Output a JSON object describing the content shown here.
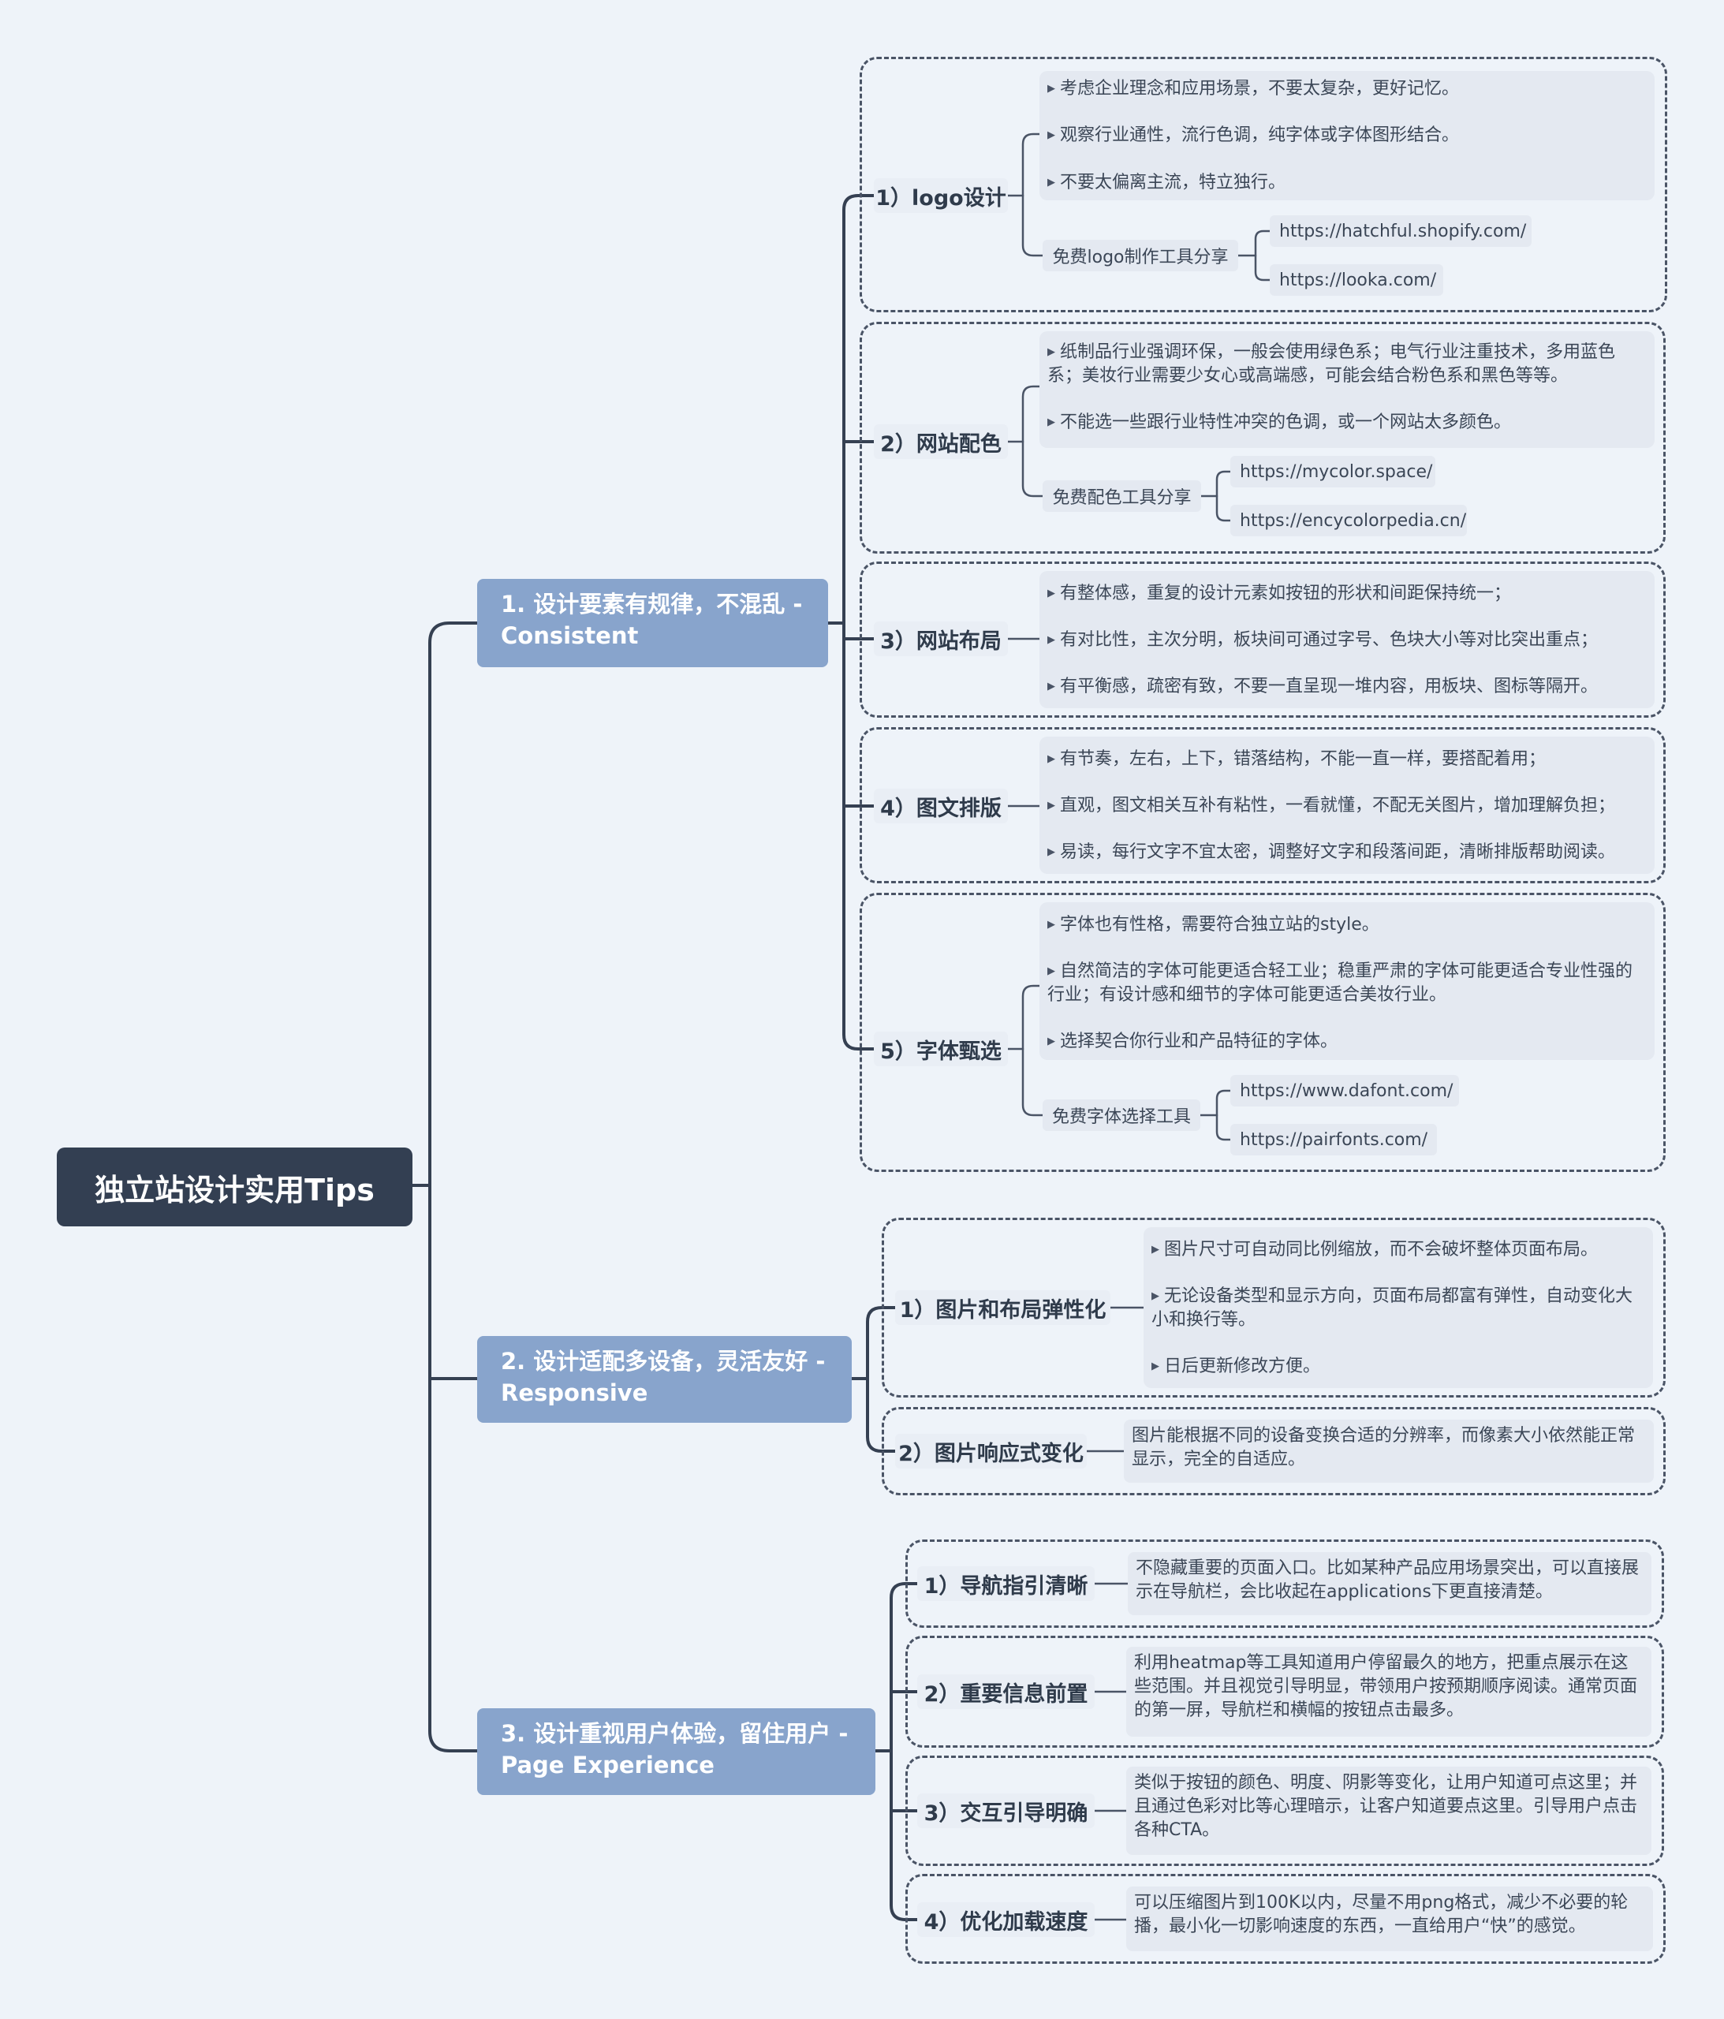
{
  "root": "独立站设计实用Tips",
  "s1": {
    "title": "1. 设计要素有规律，不混乱 - Consistent",
    "items": [
      {
        "label": "1）logo设计",
        "bullets": [
          "考虑企业理念和应用场景，不要太复杂，更好记忆。",
          "观察行业通性，流行色调，纯字体或字体图形结合。",
          "不要太偏离主流，特立独行。"
        ],
        "tool": "免费logo制作工具分享",
        "urls": [
          "https://hatchful.shopify.com/",
          "https://looka.com/"
        ]
      },
      {
        "label": "2）网站配色",
        "bullets": [
          "纸制品行业强调环保，一般会使用绿色系；电气行业注重技术，多用蓝色系；美妆行业需要少女心或高端感，可能会结合粉色系和黑色等等。",
          "不能选一些跟行业特性冲突的色调，或一个网站太多颜色。"
        ],
        "tool": "免费配色工具分享",
        "urls": [
          "https://mycolor.space/",
          "https://encycolorpedia.cn/"
        ]
      },
      {
        "label": "3）网站布局",
        "bullets": [
          "有整体感，重复的设计元素如按钮的形状和间距保持统一；",
          "有对比性，主次分明，板块间可通过字号、色块大小等对比突出重点；",
          "有平衡感，疏密有致，不要一直呈现一堆内容，用板块、图标等隔开。"
        ]
      },
      {
        "label": "4）图文排版",
        "bullets": [
          "有节奏，左右，上下，错落结构，不能一直一样，要搭配着用；",
          "直观，图文相关互补有粘性，一看就懂，不配无关图片，增加理解负担；",
          "易读，每行文字不宜太密，调整好文字和段落间距，清晰排版帮助阅读。"
        ]
      },
      {
        "label": "5）字体甄选",
        "bullets": [
          "字体也有性格，需要符合独立站的style。",
          "自然简洁的字体可能更适合轻工业；稳重严肃的字体可能更适合专业性强的行业；有设计感和细节的字体可能更适合美妆行业。",
          "选择契合你行业和产品特征的字体。"
        ],
        "tool": "免费字体选择工具",
        "urls": [
          "https://www.dafont.com/",
          "https://pairfonts.com/"
        ]
      }
    ]
  },
  "s2": {
    "title": "2. 设计适配多设备，灵活友好 - Responsive",
    "items": [
      {
        "label": "1）图片和布局弹性化",
        "bullets": [
          "图片尺寸可自动同比例缩放，而不会破坏整体页面布局。",
          "无论设备类型和显示方向，页面布局都富有弹性，自动变化大小和换行等。",
          "日后更新修改方便。"
        ]
      },
      {
        "label": "2）图片响应式变化",
        "text": "图片能根据不同的设备变换合适的分辨率，而像素大小依然能正常显示，完全的自适应。"
      }
    ]
  },
  "s3": {
    "title": "3. 设计重视用户体验，留住用户 - Page Experience",
    "items": [
      {
        "label": "1）导航指引清晰",
        "text": "不隐藏重要的页面入口。比如某种产品应用场景突出，可以直接展示在导航栏，会比收起在applications下更直接清楚。"
      },
      {
        "label": "2）重要信息前置",
        "text": "利用heatmap等工具知道用户停留最久的地方，把重点展示在这些范围。并且视觉引导明显，带领用户按预期顺序阅读。通常页面的第一屏，导航栏和横幅的按钮点击最多。"
      },
      {
        "label": "3）交互引导明确",
        "text": "类似于按钮的颜色、明度、阴影等变化，让用户知道可点这里；并且通过色彩对比等心理暗示，让客户知道要点这里。引导用户点击各种CTA。"
      },
      {
        "label": "4）优化加载速度",
        "text": "可以压缩图片到100K以内，尽量不用png格式，减少不必要的轮播，最小化一切影响速度的东西，一直给用户“快”的感觉。"
      }
    ]
  }
}
